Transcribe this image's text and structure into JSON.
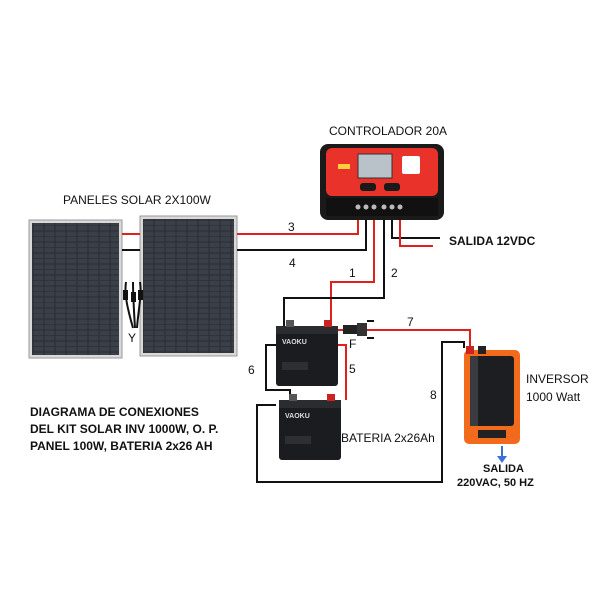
{
  "labels": {
    "controller": "CONTROLADOR 20A",
    "panels": "PANELES SOLAR 2X100W",
    "output_dc": "SALIDA  12VDC",
    "inverter_line1": "INVERSOR",
    "inverter_line2": "1000 Watt",
    "battery": "BATERIA 2x26Ah",
    "output_ac_line1": "SALIDA",
    "output_ac_line2": "220VAC, 50 HZ",
    "y_connector": "Y",
    "fuse": "F"
  },
  "wires": [
    "1",
    "2",
    "3",
    "4",
    "5",
    "6",
    "7",
    "8"
  ],
  "caption": [
    "DIAGRAMA DE CONEXIONES",
    "DEL KIT SOLAR INV 1000W, O. P.",
    "PANEL 100W, BATERIA 2x26 AH"
  ],
  "battery_brand": "VAOKU",
  "colors": {
    "positive_wire": "#e0201a",
    "negative_wire": "#111111",
    "controller_body": "#e8322a",
    "inverter_body": "#f26a1b",
    "panel_cell": "#2a2d33"
  }
}
